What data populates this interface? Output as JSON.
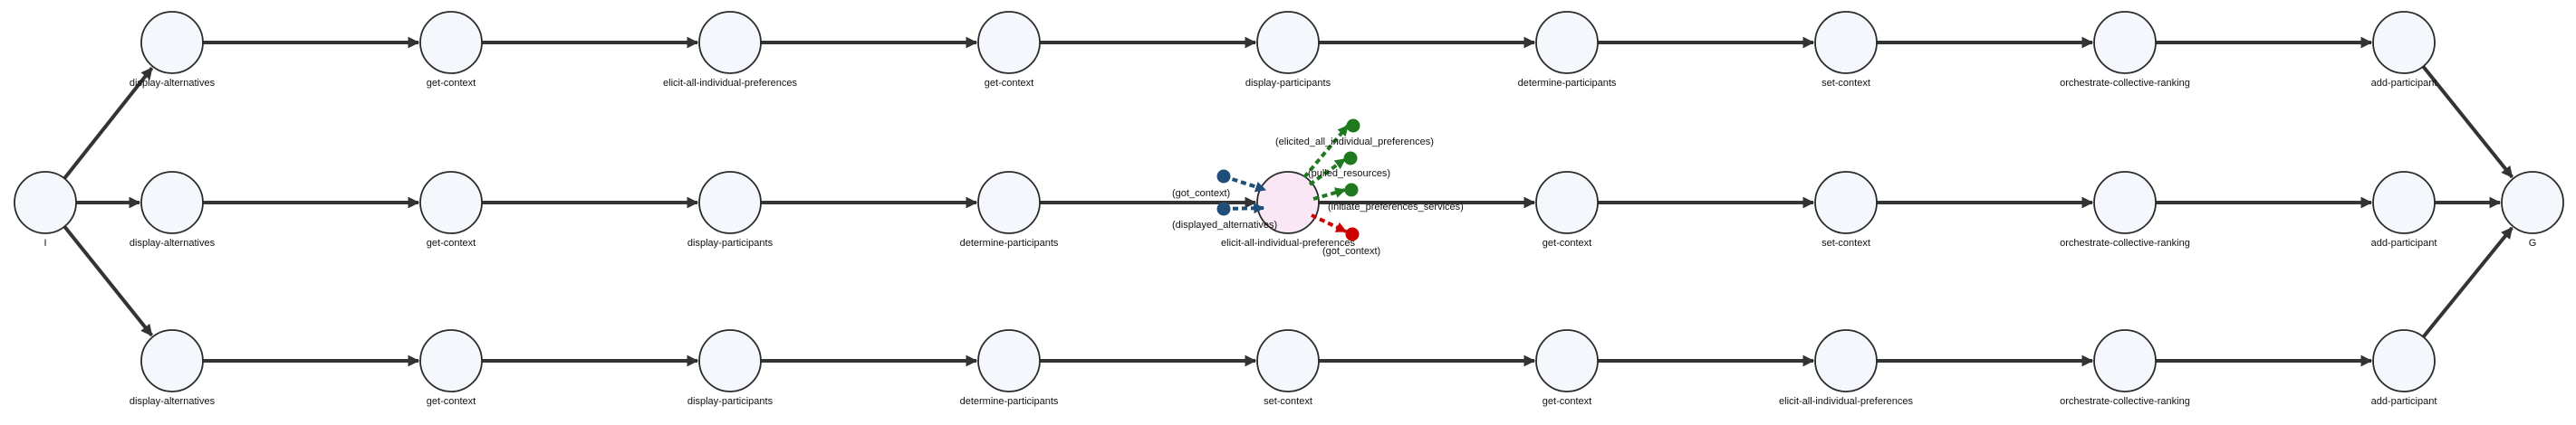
{
  "colors": {
    "edge": "#333333",
    "node_fill": "#f4f8fc",
    "focus_fill": "#f9e7f5",
    "precondition": "#1f4e79",
    "positive_effect": "#1f7a1f",
    "negative_effect": "#cc0000"
  },
  "start": {
    "label": "I"
  },
  "goal": {
    "label": "G"
  },
  "top_row": [
    "display-alternatives",
    "get-context",
    "elicit-all-individual-preferences",
    "get-context",
    "display-participants",
    "determine-participants",
    "set-context",
    "orchestrate-collective-ranking",
    "add-participant"
  ],
  "middle_row": [
    "display-alternatives",
    "get-context",
    "display-participants",
    "determine-participants",
    "elicit-all-individual-preferences",
    "get-context",
    "set-context",
    "orchestrate-collective-ranking",
    "add-participant"
  ],
  "bottom_row": [
    "display-alternatives",
    "get-context",
    "display-participants",
    "determine-participants",
    "set-context",
    "get-context",
    "elicit-all-individual-preferences",
    "orchestrate-collective-ranking",
    "add-participant"
  ],
  "focus": {
    "preconditions": [
      "(got_context)",
      "(displayed_alternatives)"
    ],
    "positive_effects": [
      "(elicited_all_individual_preferences)",
      "(pulled_resources)",
      "(initiate_preferences_services)"
    ],
    "negative_effects": [
      "(got_context)"
    ]
  }
}
